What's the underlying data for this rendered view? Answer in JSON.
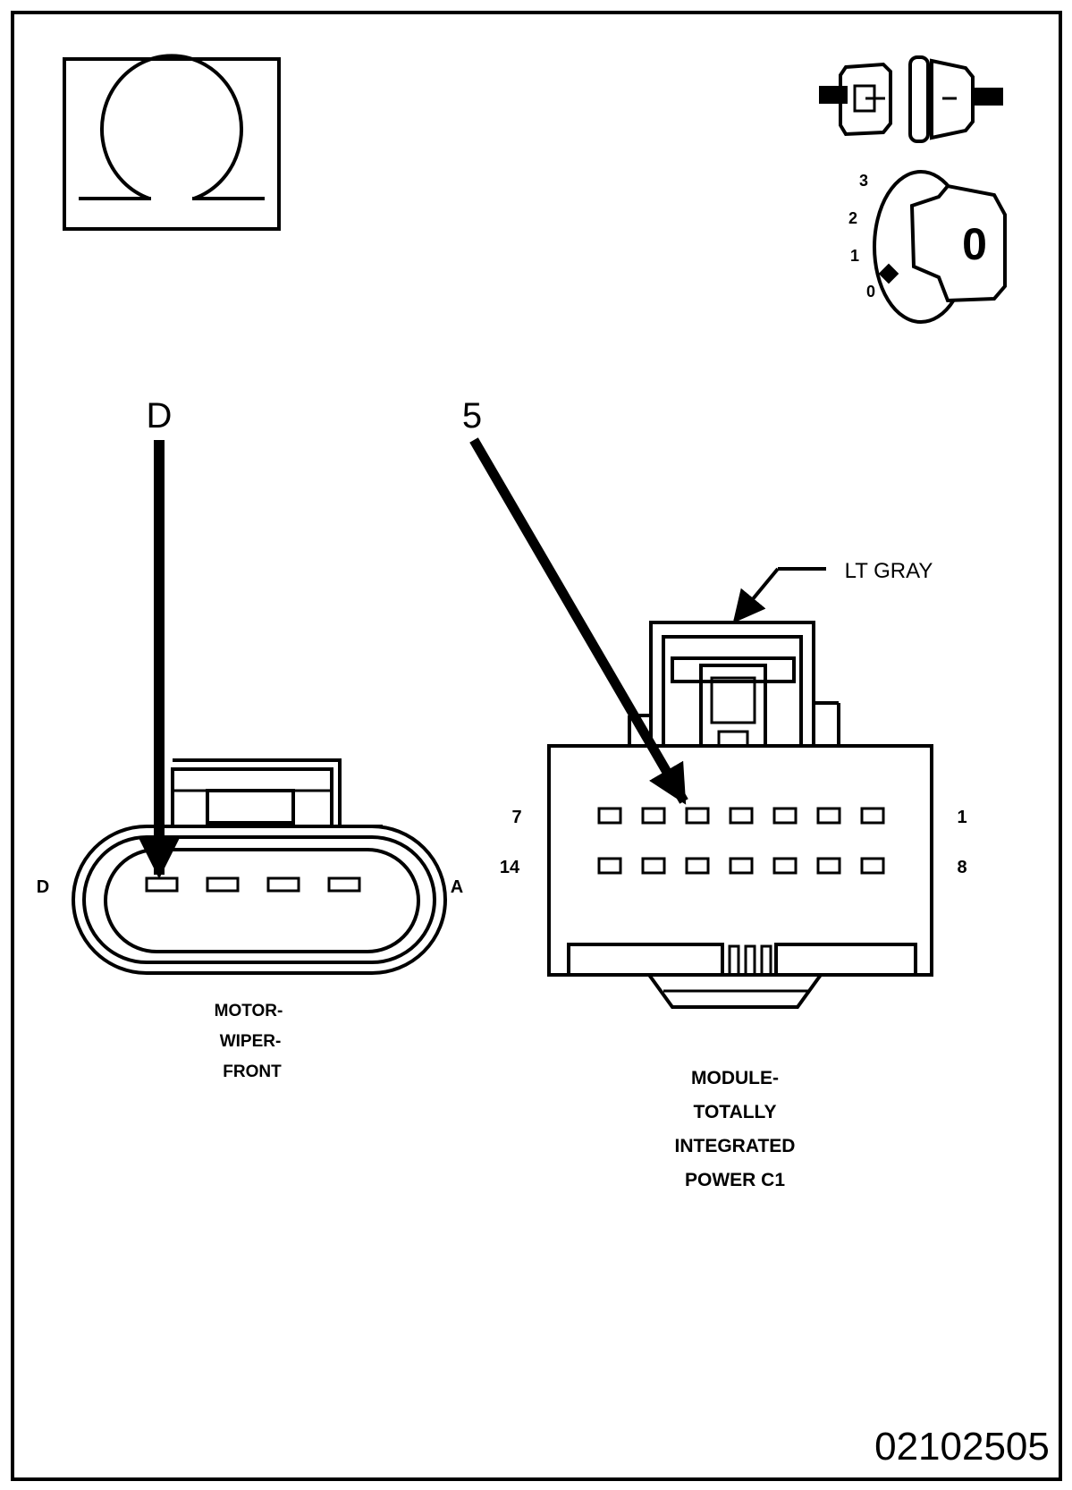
{
  "figure": {
    "callout_letter": "D",
    "callout_number": "5",
    "drawing_number": "02102505"
  },
  "ignition": {
    "positions": [
      "3",
      "2",
      "1",
      "0"
    ],
    "key_label": "0"
  },
  "wiper_connector": {
    "left_pin_label": "D",
    "right_pin_label": "A",
    "name_lines": [
      "MOTOR-",
      "WIPER-",
      "FRONT"
    ]
  },
  "tipm_connector": {
    "color_label": "LT GRAY",
    "row1_left": "7",
    "row1_right": "1",
    "row2_left": "14",
    "row2_right": "8",
    "name_lines": [
      "MODULE-",
      "TOTALLY",
      "INTEGRATED",
      "POWER C1"
    ]
  },
  "icons": {
    "ohmmeter": "ohm-symbol-icon",
    "connector": "connector-disconnect-icon",
    "ignition": "ignition-key-off-icon"
  }
}
